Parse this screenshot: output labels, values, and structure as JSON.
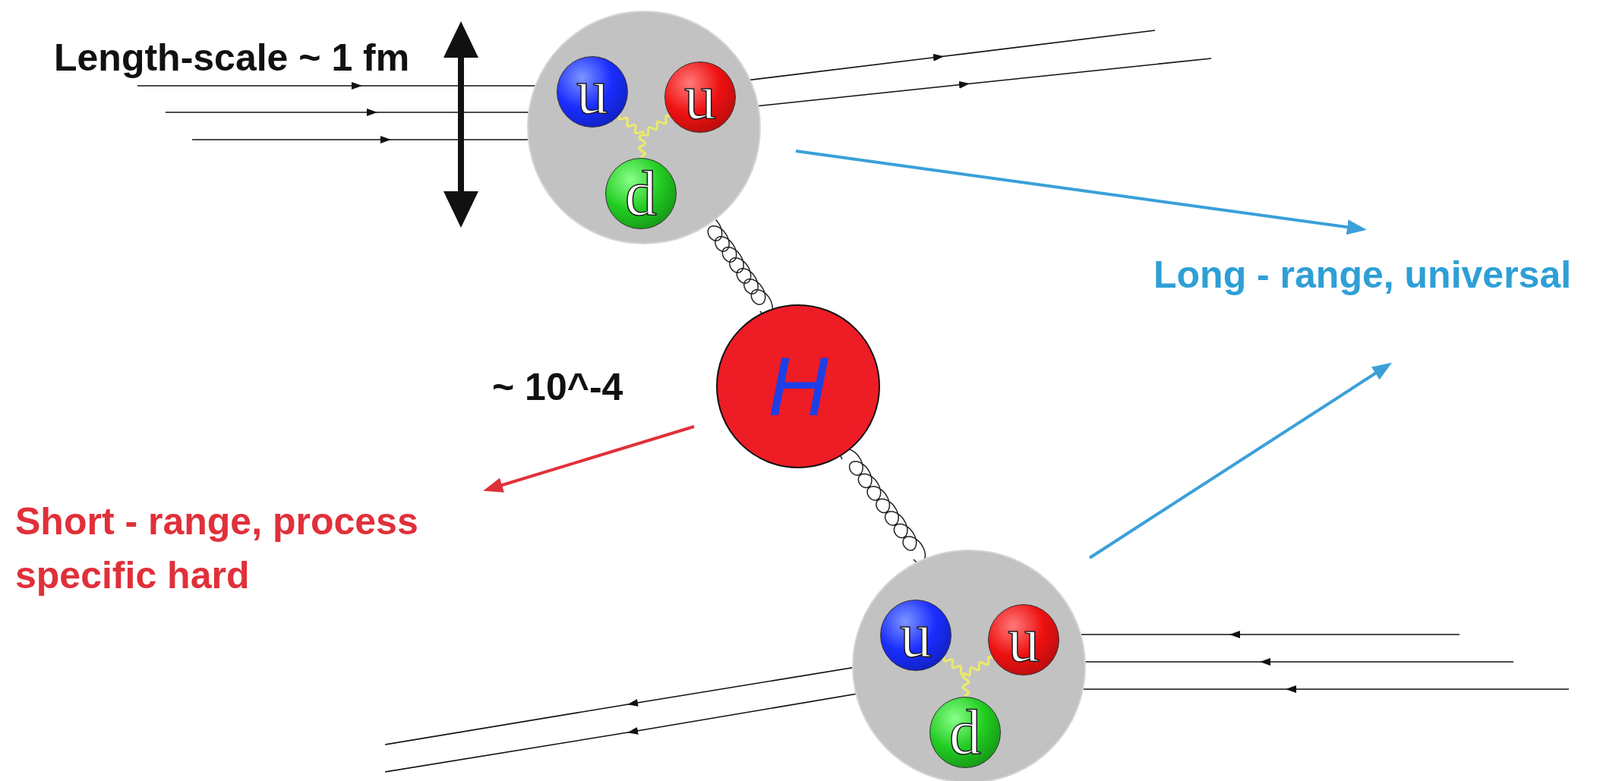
{
  "diagram": {
    "nodes": [
      {
        "text": [
          "u"
        ]
      },
      {
        "text": [
          "u"
        ]
      },
      {
        "text": [
          "d"
        ]
      },
      {
        "text": [
          "H"
        ]
      },
      {
        "text": [
          "u"
        ]
      },
      {
        "text": [
          "u"
        ]
      },
      {
        "text": [
          "d"
        ]
      }
    ],
    "edges": [
      {
        "from": 0,
        "to": 2,
        "arrow": "none"
      },
      {
        "from": 1,
        "to": 2,
        "arrow": "none"
      },
      {
        "from": 4,
        "to": 6,
        "arrow": "none"
      },
      {
        "from": 5,
        "to": 6,
        "arrow": "none"
      }
    ],
    "labels": [
      "Length-scale ~ 1 fm",
      "Long - range, universal",
      "~ 10^-4",
      "Short - range, process specific hard"
    ]
  }
}
